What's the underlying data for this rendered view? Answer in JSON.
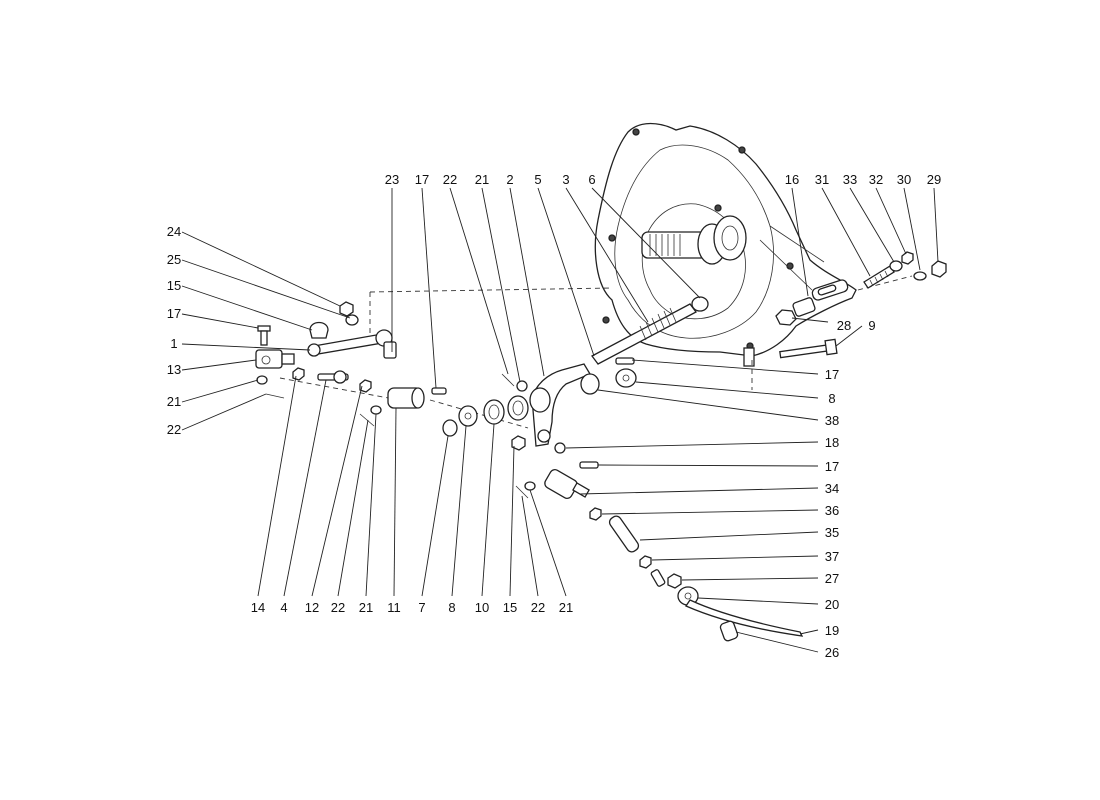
{
  "diagram": {
    "callouts_top_left": [
      "23",
      "17",
      "22",
      "21",
      "2",
      "5",
      "3",
      "6"
    ],
    "callouts_top_right": [
      "16",
      "31",
      "33",
      "32",
      "30",
      "29"
    ],
    "callouts_left": [
      "24",
      "25",
      "15",
      "17",
      "1",
      "13",
      "21",
      "22"
    ],
    "callouts_bottom": [
      "14",
      "4",
      "12",
      "22",
      "21",
      "11",
      "7",
      "8",
      "10",
      "15",
      "22",
      "21"
    ],
    "callouts_right": [
      "28",
      "9",
      "17",
      "8",
      "38",
      "18",
      "17",
      "34",
      "36",
      "35",
      "37",
      "27",
      "20",
      "19",
      "26"
    ]
  }
}
